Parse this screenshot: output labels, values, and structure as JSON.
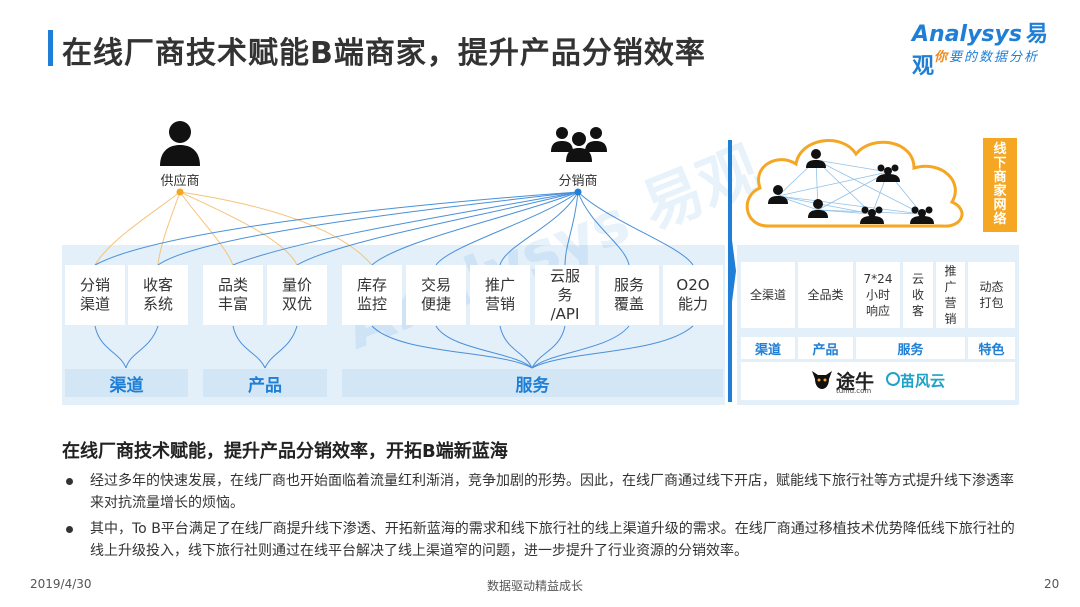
{
  "title": "在线厂商技术赋能B端商家，提升产品分销效率",
  "logo": {
    "brand": "nalysys",
    "brand_cn": "易观",
    "slogan_prefix": "你",
    "slogan_rest": "要的数据分析"
  },
  "watermark": "Analysys 易观",
  "actors": {
    "supplier": "供应商",
    "distributor": "分销商"
  },
  "left_boxes": [
    "分销\n渠道",
    "收客\n系统",
    "品类\n丰富",
    "量价\n双优",
    "库存\n监控",
    "交易\n便捷",
    "推广\n营销",
    "云服\n务\n/API",
    "服务\n覆盖",
    "O2O\n能力"
  ],
  "groups": {
    "channel": "渠道",
    "product": "产品",
    "service": "服务"
  },
  "right_boxes": [
    "全渠道",
    "全品类",
    "7*24\n小时\n响应",
    "云\n收\n客",
    "推\n广\n营\n销",
    "动态\n打包"
  ],
  "right_cats": {
    "channel": "渠道",
    "product": "产品",
    "service": "服务",
    "feature": "特色"
  },
  "right_tag": [
    "线",
    "下",
    "商",
    "家",
    "网",
    "络"
  ],
  "brands": {
    "tuniu": "途牛",
    "tuniu_sub": "tuniu.com",
    "mfy": "苗风云"
  },
  "subheading": "在线厂商技术赋能，提升产品分销效率，开拓B端新蓝海",
  "bullets": [
    "经过多年的快速发展，在线厂商也开始面临着流量红利渐消，竞争加剧的形势。因此，在线厂商通过线下开店，赋能线下旅行社等方式提升线下渗透率来对抗流量增长的烦恼。",
    "其中，To B平台满足了在线厂商提升线下渗透、开拓新蓝海的需求和线下旅行社的线上渠道升级的需求。在线厂商通过移植技术优势降低线下旅行社的线上升级投入，线下旅行社则通过在线平台解决了线上渠道窄的问题，进一步提升了行业资源的分销效率。"
  ],
  "footer": {
    "date": "2019/4/30",
    "center": "数据驱动精益成长",
    "page": "20"
  },
  "colors": {
    "accent": "#1f7fd6",
    "orange": "#f5a623",
    "band": "#e3eff9"
  }
}
